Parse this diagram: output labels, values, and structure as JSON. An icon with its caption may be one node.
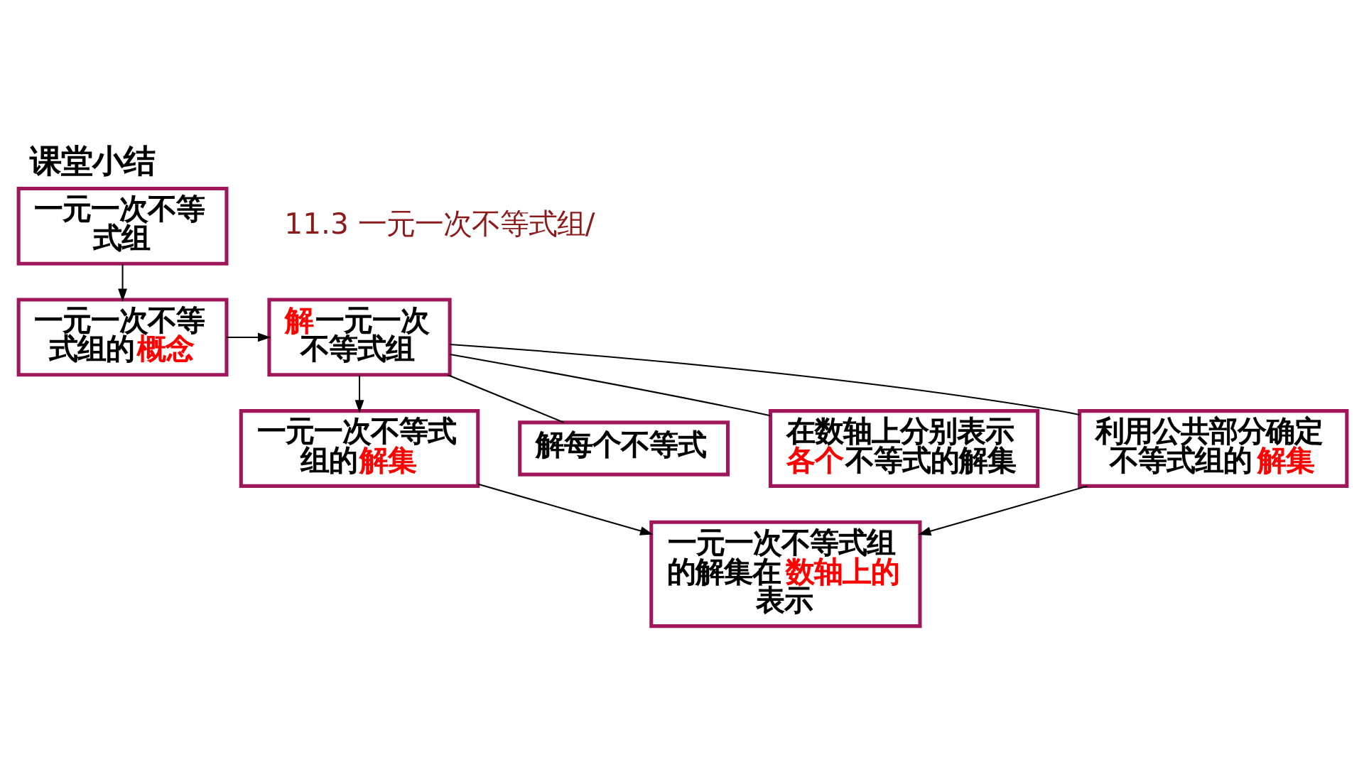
{
  "diagram": {
    "title": "课堂小结",
    "nodes": [
      {
        "text": [
          "一元一次不等式组"
        ]
      },
      {
        "text": [
          "一元一次不等式组的**概念**"
        ]
      },
      {
        "text": [
          "**解**一元一次不等式组"
        ]
      },
      {
        "text": [
          "一元一次不等式组的**解集**"
        ]
      },
      {
        "text": [
          "一元一次不等式组的解集在**数轴上的**表示"
        ]
      },
      {
        "text": [
          "解每个不等式"
        ]
      },
      {
        "text": [
          "在数轴上分别表示**各个**不等式的解集"
        ]
      },
      {
        "text": [
          "利用公共部分确定不等式组的**解集**"
        ]
      }
    ],
    "edges": [
      {
        "from": 0,
        "to": 1,
        "arrow": "to"
      },
      {
        "from": 1,
        "to": 2,
        "arrow": "to"
      },
      {
        "from": 2,
        "to": 5,
        "arrow": "none"
      },
      {
        "from": 2,
        "to": 6,
        "arrow": "none"
      },
      {
        "from": 2,
        "to": 7,
        "arrow": "none"
      },
      {
        "from": 2,
        "to": 3,
        "arrow": "to"
      },
      {
        "from": 3,
        "to": 4,
        "arrow": "to"
      },
      {
        "from": 7,
        "to": 4,
        "arrow": "to"
      }
    ],
    "labels": [
      "11.3 一元一次不等式组/"
    ]
  }
}
